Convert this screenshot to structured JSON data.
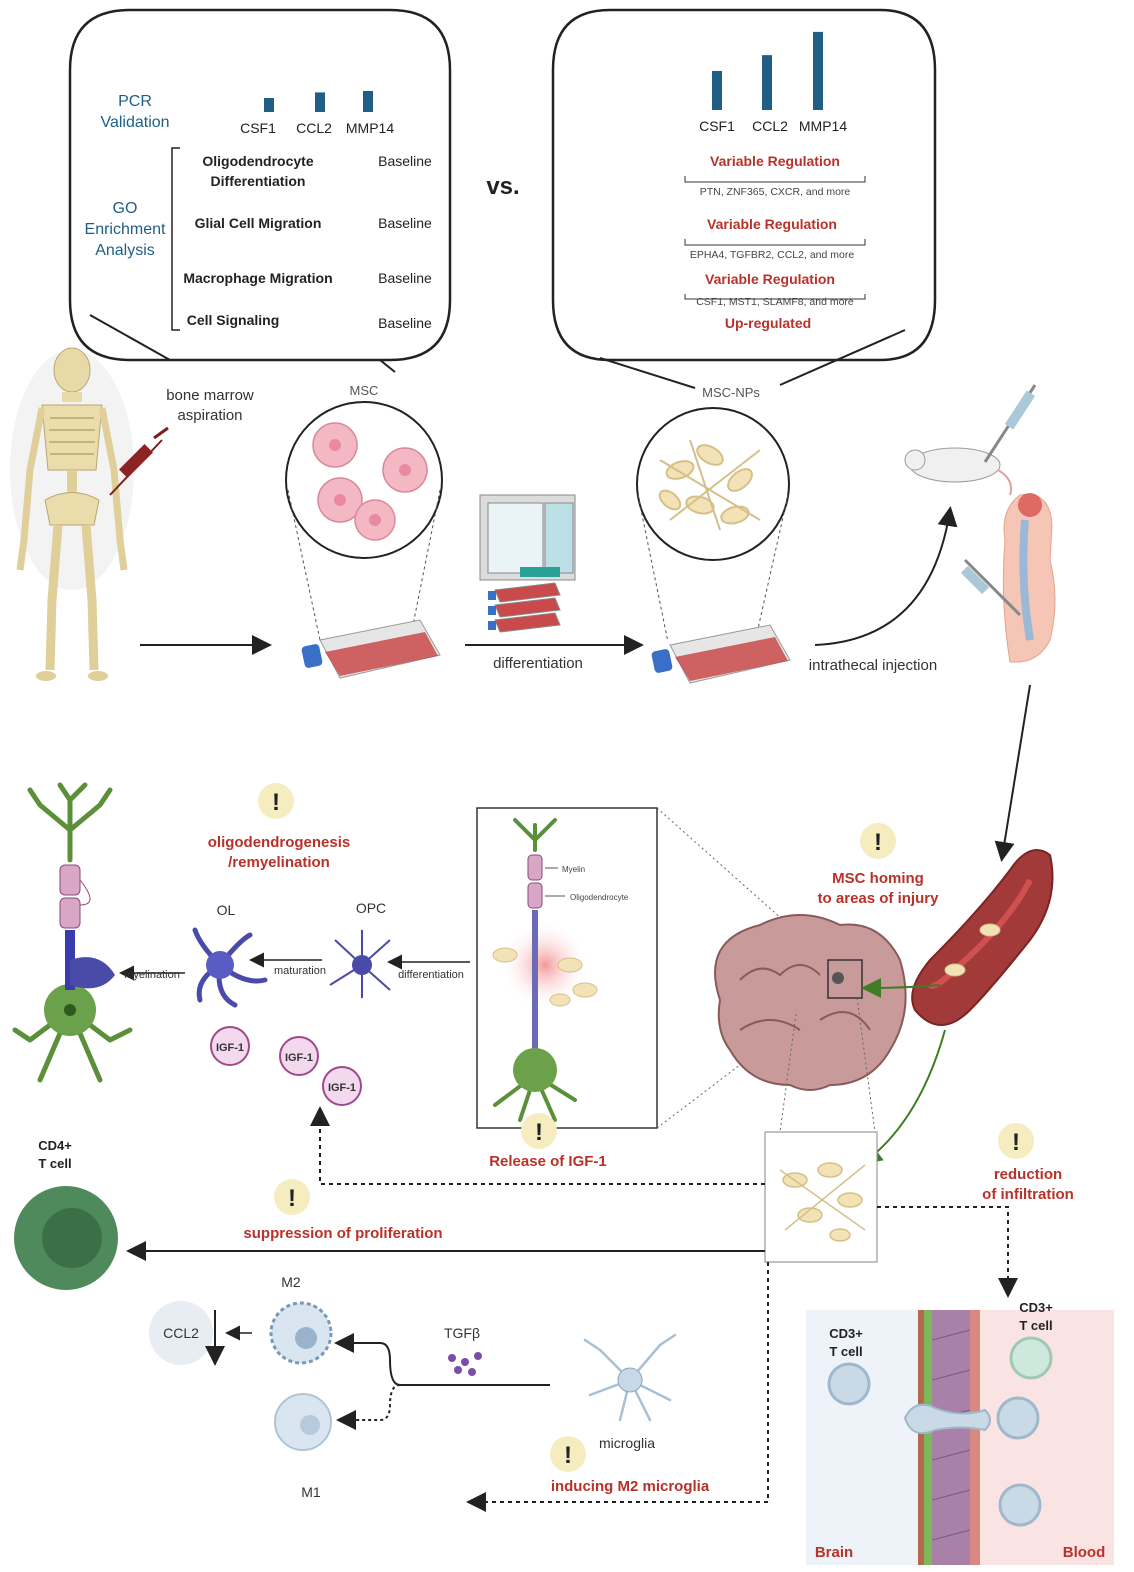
{
  "left_panel": {
    "pcr_label": [
      "PCR",
      "Validation"
    ],
    "go_label": [
      "GO",
      "Enrichment",
      "Analysis"
    ],
    "bar_labels": [
      "CSF1",
      "CCL2",
      "MMP14"
    ],
    "bar_values": [
      1,
      1.4,
      1.5
    ],
    "terms": [
      [
        "Oligodendrocyte",
        "Differentiation"
      ],
      [
        "Glial Cell Migration"
      ],
      [
        "Macrophage Migration"
      ],
      [
        "Cell Signaling"
      ]
    ],
    "term_status": [
      "Baseline",
      "Baseline",
      "Baseline",
      "Baseline"
    ],
    "cell_label": "MSC"
  },
  "vs_label": "vs.",
  "right_panel": {
    "bar_labels": [
      "CSF1",
      "CCL2",
      "MMP14"
    ],
    "bar_values": [
      4.2,
      5.9,
      8.4
    ],
    "regulation": [
      "Variable Regulation",
      "Variable Regulation",
      "Variable Regulation",
      "Up-regulated"
    ],
    "gene_lists": [
      "PTN, ZNF365, CXCR, and more",
      "EPHA4, TGFBR2, CCL2, and more",
      "CSF1, MST1, SLAMF8, and more"
    ],
    "cell_label": "MSC-NPs"
  },
  "process": {
    "bone_marrow": [
      "bone marrow",
      "aspiration"
    ],
    "differentiation": "differentiation",
    "intrathecal": "intrathecal injection"
  },
  "mechanisms": {
    "oligo": [
      "oligodendrogenesis",
      "/remyelination"
    ],
    "homing": [
      "MSC homing",
      "to areas of injury"
    ],
    "igf_release": "Release of IGF-1",
    "reduction": [
      "reduction",
      "of infiltration"
    ],
    "suppression": "suppression of proliferation",
    "m2": "inducing M2 microglia",
    "alert": "!"
  },
  "neuro": {
    "ol": "OL",
    "opc": "OPC",
    "myelination": "myelination",
    "maturation": "maturation",
    "differentiation": "differentiation",
    "igf": [
      "IGF-1",
      "IGF-1",
      "IGF-1"
    ],
    "myelin": "Myelin",
    "oligodendrocyte": "Oligodendrocyte"
  },
  "immune": {
    "cd4": [
      "CD4+",
      "T cell"
    ],
    "cd3_brain": [
      "CD3+",
      "T cell"
    ],
    "cd3_blood": [
      "CD3+",
      "T cell"
    ],
    "brain": "Brain",
    "blood": "Blood",
    "m2": "M2",
    "m1": "M1",
    "ccl2": "CCL2",
    "tgfb": "TGFβ",
    "microglia": "microglia"
  },
  "colors": {
    "bar": "#1f5f86",
    "accent_red": "#c0392b",
    "neuron_green": "#5b8f3a",
    "glia_purple": "#4a4aa8"
  }
}
